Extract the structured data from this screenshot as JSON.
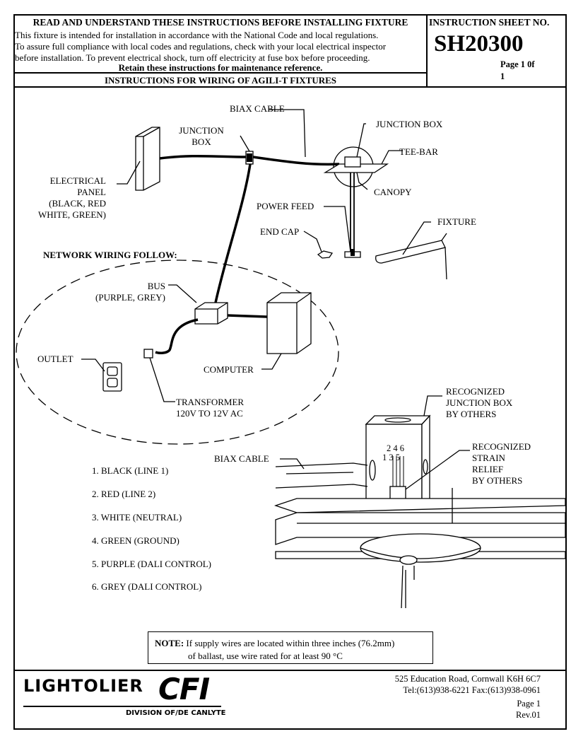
{
  "header": {
    "title": "READ AND UNDERSTAND THESE INSTRUCTIONS BEFORE INSTALLING FIXTURE",
    "line1": "This fixture is intended for installation in accordance with the National Code and local regulations.",
    "line2": "To assure full compliance with local codes and regulations, check with your local electrical inspector",
    "line3": "before installation. To prevent electrical shock, turn off electricity at fuse box before proceeding.",
    "retain": "Retain these instructions for maintenance reference.",
    "subtitle": "INSTRUCTIONS FOR  WIRING OF AGILI-T FIXTURES"
  },
  "sheet": {
    "label": "INSTRUCTION SHEET NO.",
    "number": "SH20300",
    "page_a": "Page 1 0f",
    "page_b": "1"
  },
  "diagram_top": {
    "biax_cable": "BIAX CABLE",
    "junction_box_l1": "JUNCTION",
    "junction_box_l2": "BOX",
    "junction_box_right": "JUNCTION BOX",
    "tee_bar": "TEE-BAR",
    "canopy": "CANOPY",
    "power_feed": "POWER FEED",
    "end_cap": "END CAP",
    "fixture": "FIXTURE",
    "panel_l1": "ELECTRICAL",
    "panel_l2": "PANEL",
    "panel_l3": "(BLACK, RED",
    "panel_l4": "WHITE, GREEN)",
    "network": "NETWORK WIRING FOLLOW:",
    "bus_l1": "BUS",
    "bus_l2": "(PURPLE, GREY)",
    "outlet": "OUTLET",
    "computer": "COMPUTER",
    "transformer_l1": "TRANSFORMER",
    "transformer_l2": "120V TO 12V AC"
  },
  "diagram_bottom": {
    "rec_jb_l1": "RECOGNIZED",
    "rec_jb_l2": "JUNCTION BOX",
    "rec_jb_l3": "BY OTHERS",
    "rec_sr_l1": "RECOGNIZED",
    "rec_sr_l2": "STRAIN",
    "rec_sr_l3": "RELIEF",
    "rec_sr_l4": "BY OTHERS",
    "biax_cable": "BIAX CABLE",
    "wire_nums_top": "2 4  6",
    "wire_nums_bot": "1 3 5"
  },
  "wires": [
    "1. BLACK (LINE 1)",
    "2. RED (LINE 2)",
    "3. WHITE (NEUTRAL)",
    "4. GREEN (GROUND)",
    "5. PURPLE (DALI CONTROL)",
    "6. GREY (DALI CONTROL)"
  ],
  "note": {
    "label": "NOTE:",
    "line1": " If supply wires are located within three inches (76.2mm)",
    "line2": "of ballast, use wire rated for at least 90 °C"
  },
  "footer": {
    "logo_main": "LIGHTOLIER",
    "logo_cfi": "CFI",
    "logo_division": "DIVISION OF/DE CANLYTE",
    "address": "525 Education Road, Cornwall K6H 6C7",
    "tel": "Tel:(613)938-6221 Fax:(613)938-0961",
    "page": "Page 1",
    "rev": "Rev.01"
  }
}
